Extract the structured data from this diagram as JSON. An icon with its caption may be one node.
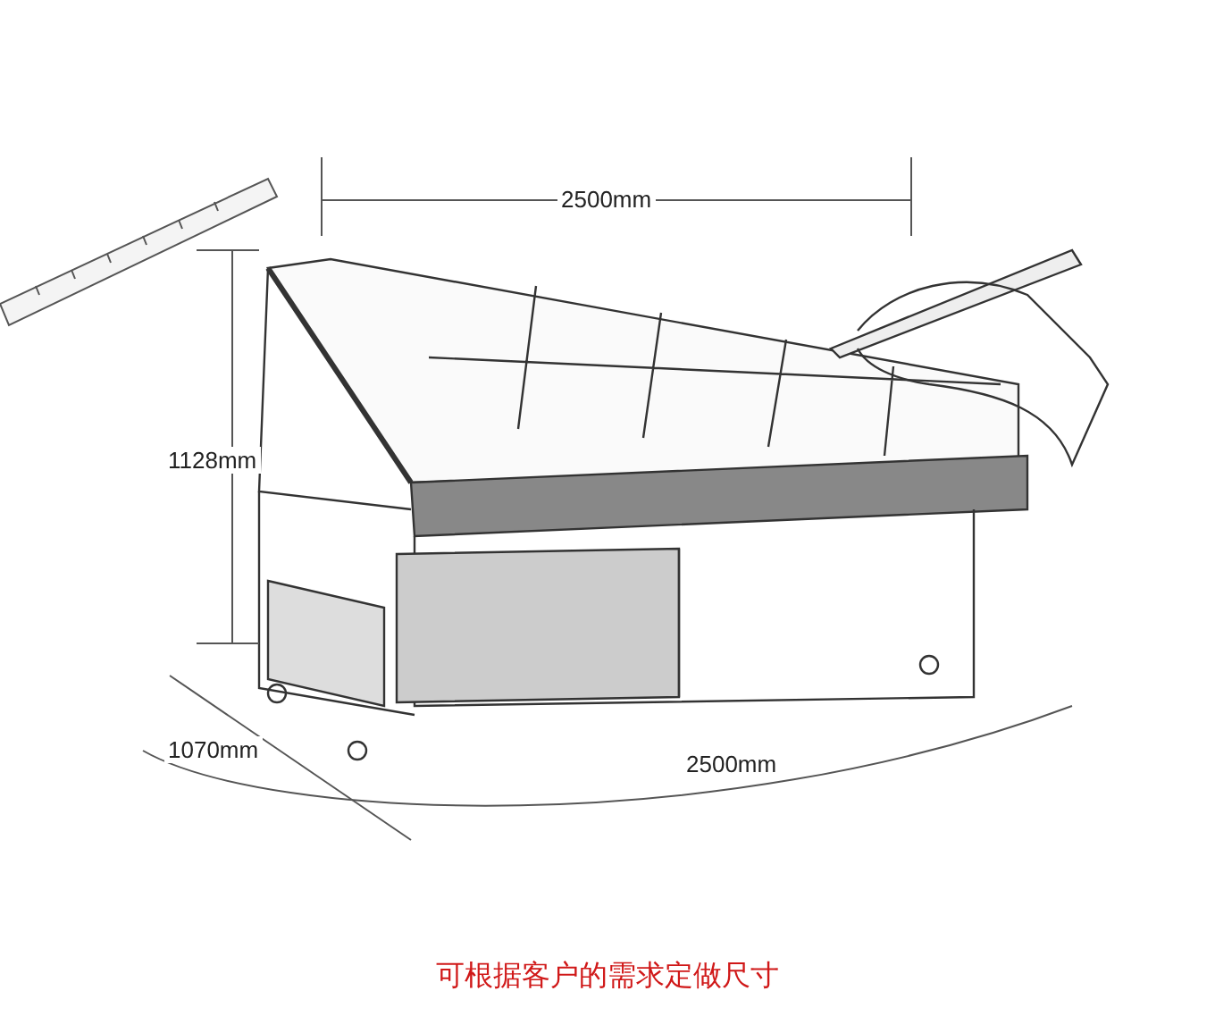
{
  "diagram": {
    "caption": "可根据客户的需求定做尺寸",
    "labels": [
      "2500mm",
      "1128mm",
      "1070mm",
      "2500mm"
    ]
  }
}
